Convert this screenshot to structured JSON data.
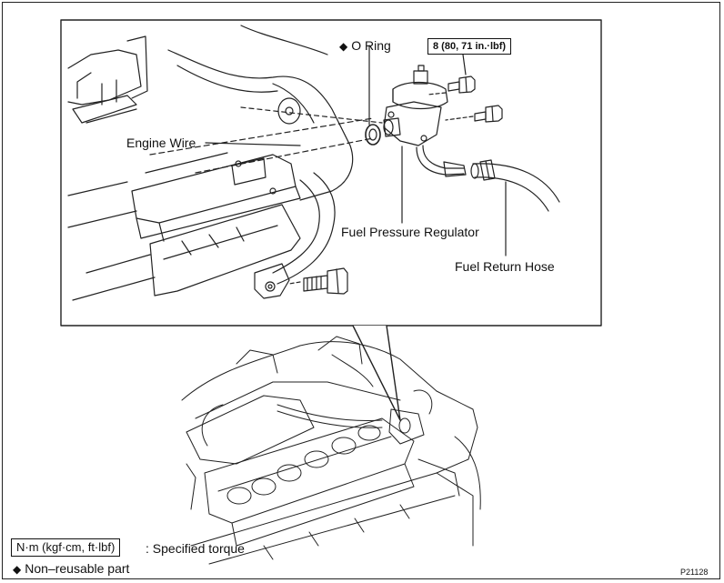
{
  "labels": {
    "o_ring": "O Ring",
    "o_ring_marker": "◆",
    "torque": "8 (80, 71 in.·lbf)",
    "engine_wire": "Engine Wire",
    "fuel_pressure_regulator": "Fuel Pressure Regulator",
    "fuel_return_hose": "Fuel Return Hose"
  },
  "legend": {
    "torque_units": "N·m (kgf·cm, ft·lbf)",
    "torque_desc": ": Specified torque",
    "nonreusable_marker": "◆",
    "nonreusable_desc": "Non–reusable part"
  },
  "figure_id": "P21128"
}
